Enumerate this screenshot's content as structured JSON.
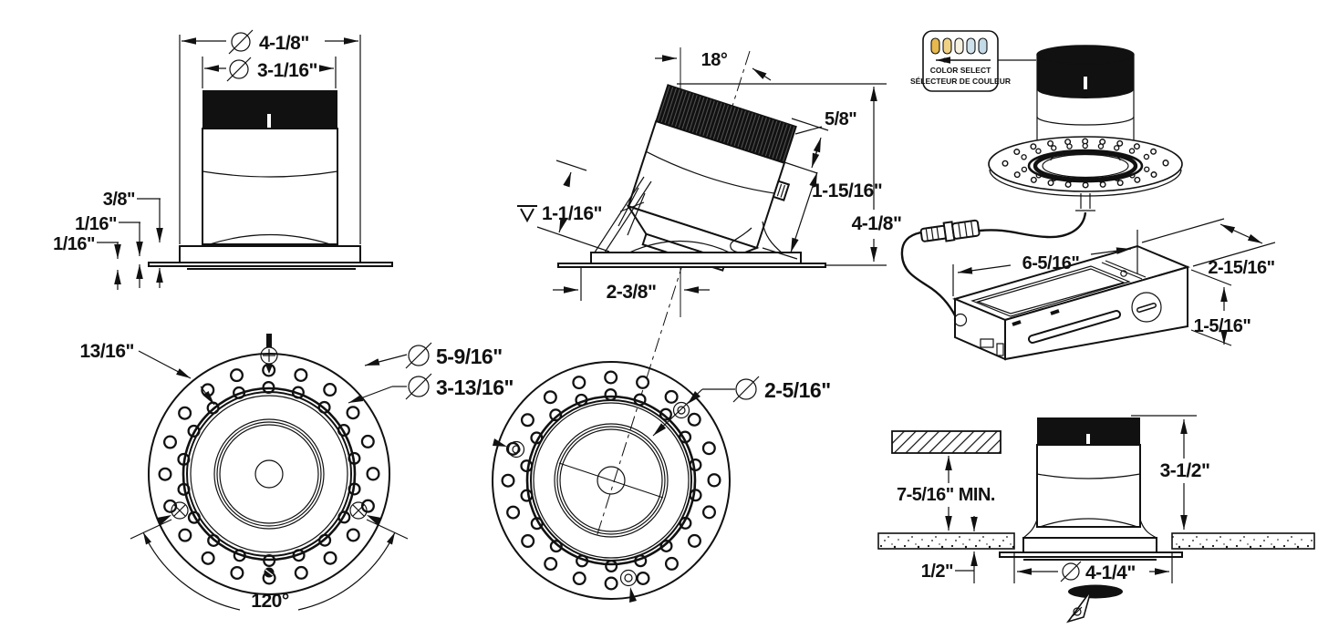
{
  "drawing": {
    "ink": "#111111",
    "views": {
      "front": {
        "outer_diameter": "4-1/8\"",
        "inner_diameter": "3-1/16\"",
        "flange_height": "3/8\"",
        "flange_lip": "1/16\"",
        "plate_thickness": "1/16\""
      },
      "tilt": {
        "tilt_angle": "18°",
        "band_height": "5/8\"",
        "body_length": "1-15/16\"",
        "overall_height": "4-1/8\"",
        "regress_depth": "1-1/16\"",
        "offset": "2-3/8\""
      },
      "iso": {
        "color_select_en": "COLOR SELECT",
        "color_select_fr": "SÉLECTEUR DE COULEUR",
        "swatches": [
          "#E7B84E",
          "#F0D284",
          "#F6F2DF",
          "#CFE2EC",
          "#C3DAE7"
        ],
        "box_length": "6-5/16\"",
        "box_depth": "2-15/16\"",
        "box_height": "1-5/16\""
      },
      "face": {
        "flange_band": "13/16\"",
        "outer_diameter": "5-9/16\"",
        "trim_diameter": "3-13/16\"",
        "screw_spacing": "120°"
      },
      "aperture": {
        "diameter": "2-5/16\""
      },
      "install": {
        "min_clearance": "7-5/16\" MIN.",
        "height_above_ceiling": "3-1/2\"",
        "ceiling_thickness": "1/2\"",
        "hole_diameter": "4-1/4\""
      }
    }
  }
}
